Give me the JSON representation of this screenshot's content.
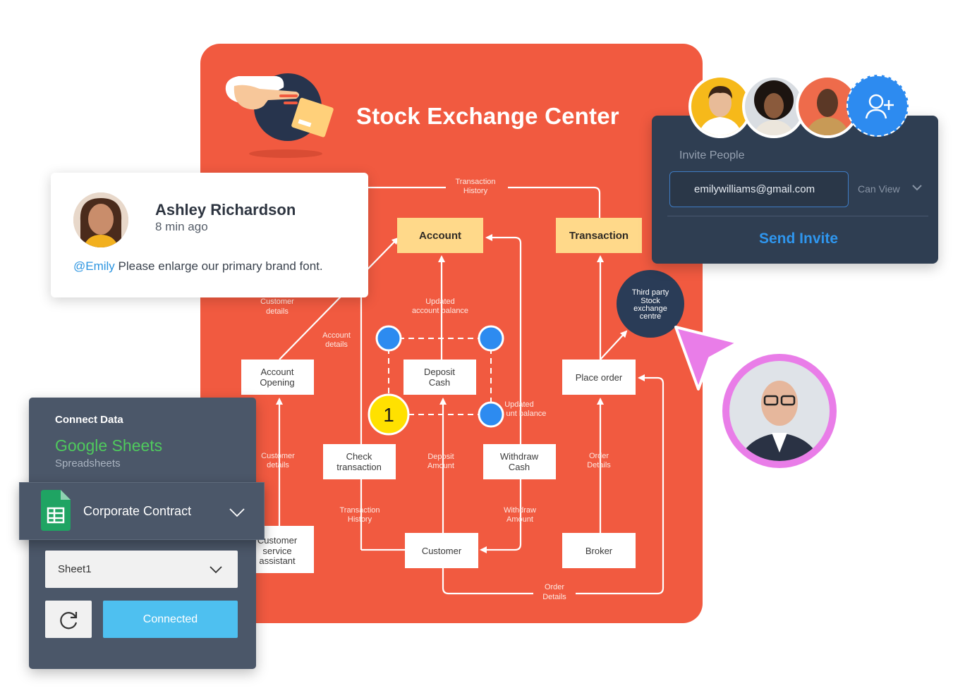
{
  "board": {
    "title": "Stock Exchange Center",
    "colors": {
      "background": "#f15a40",
      "highlight_node": "#ffd98a",
      "node": "#ffffff",
      "dark_node": "#2a3c57",
      "connector_handle": "#2d8bf0",
      "step_badge": "#ffe100"
    }
  },
  "diagram": {
    "nodes": {
      "account": "Account",
      "transaction": "Transaction",
      "account_opening": [
        "Account",
        "Opening"
      ],
      "deposit_cash": [
        "Deposit",
        "Cash"
      ],
      "place_order": "Place order",
      "check_transaction": [
        "Check",
        "transaction"
      ],
      "withdraw_cash": [
        "Withdraw",
        "Cash"
      ],
      "customer_service": [
        "Customer",
        "service",
        "assistant"
      ],
      "customer": "Customer",
      "broker": "Broker",
      "third_party": [
        "Third party",
        "Stock",
        "exchange",
        "centre"
      ]
    },
    "edge_labels": {
      "transaction_history_top": [
        "Transaction",
        "History"
      ],
      "customer_details_top": [
        "Customer",
        "details"
      ],
      "account_details": [
        "Account",
        "details"
      ],
      "updated_account_balance": [
        "Updated",
        "account balance"
      ],
      "updated_account_balance_right": [
        "Updated",
        "unt balance"
      ],
      "customer_details_bottom": [
        "Customer",
        "details"
      ],
      "deposit_amount": [
        "Deposit",
        "Amount"
      ],
      "order_details_right": [
        "Order",
        "Details"
      ],
      "transaction_history_bottom": [
        "Transaction",
        "History"
      ],
      "withdraw_amount": [
        "Withdraw",
        "Amount"
      ],
      "order_details_bottom": [
        "Order",
        "Details"
      ]
    },
    "step_badge": "1"
  },
  "comment": {
    "author": "Ashley Richardson",
    "time": "8 min ago",
    "mention": "@Emily",
    "text": " Please enlarge our primary brand font."
  },
  "invite": {
    "title": "Invite People",
    "email": "emilywilliams@gmail.com",
    "permission": "Can View",
    "send_label": "Send Invite"
  },
  "connect": {
    "title": "Connect Data",
    "service": "Google Sheets",
    "service_type": "Spreadsheets",
    "file": "Corporate Contract",
    "sheet": "Sheet1",
    "status_label": "Connected"
  }
}
